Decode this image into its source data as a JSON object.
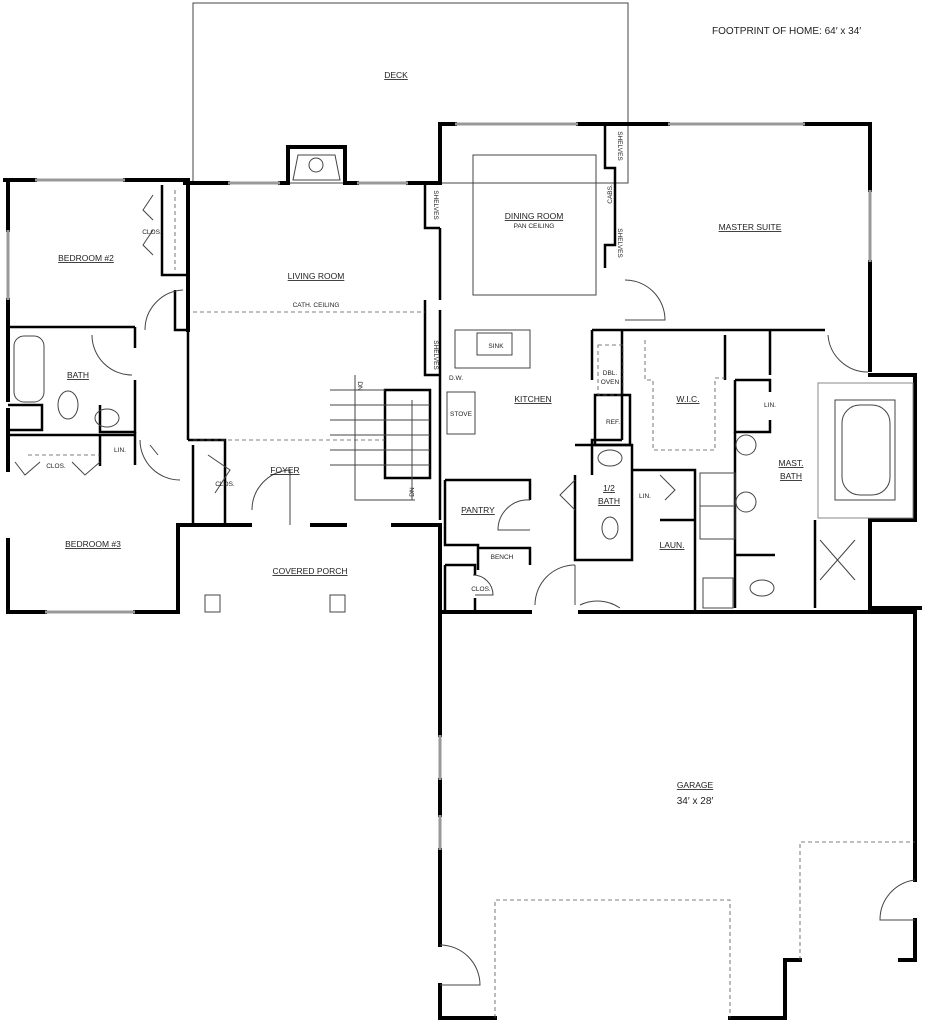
{
  "plan": {
    "footprint": "FOOTPRINT OF HOME: 64′ x 34′",
    "rooms": {
      "deck": "DECK",
      "bedroom2": "BEDROOM #2",
      "bedroom3": "BEDROOM #3",
      "bath": "BATH",
      "living_room": "LIVING ROOM",
      "cath_ceiling": "CATH. CEILING",
      "dining_room": "DINING ROOM",
      "pan_ceiling": "PAN CEILING",
      "master_suite": "MASTER SUITE",
      "kitchen": "KITCHEN",
      "wic": "W.I.C.",
      "mast_bath_1": "MAST.",
      "mast_bath_2": "BATH",
      "foyer": "FOYER",
      "covered_porch": "COVERED PORCH",
      "pantry": "PANTRY",
      "half_bath_1": "1/2",
      "half_bath_2": "BATH",
      "laundry": "LAUN.",
      "garage": "GARAGE",
      "garage_size": "34′ x 28′"
    },
    "fixtures": {
      "clos_bed2": "CLOS.",
      "clos_bed3": "CLOS.",
      "clos_foyer": "CLOS.",
      "clos_mud": "CLOS.",
      "lin_hall": "LIN.",
      "lin_laun": "LIN.",
      "lin_mbath": "LIN.",
      "shelves_living": "SHELVES",
      "shelves_stair": "SHELVES",
      "shelves_dining_1": "SHELVES",
      "shelves_dining_2": "SHELVES",
      "cabs": "CABS.",
      "sink": "SINK",
      "dw": "D.W.",
      "stove": "STOVE",
      "dbl_oven_1": "DBL.",
      "dbl_oven_2": "OVEN",
      "ref": "REF.",
      "bench": "BENCH",
      "dn_1": "DN",
      "dn_2": "DN"
    }
  }
}
